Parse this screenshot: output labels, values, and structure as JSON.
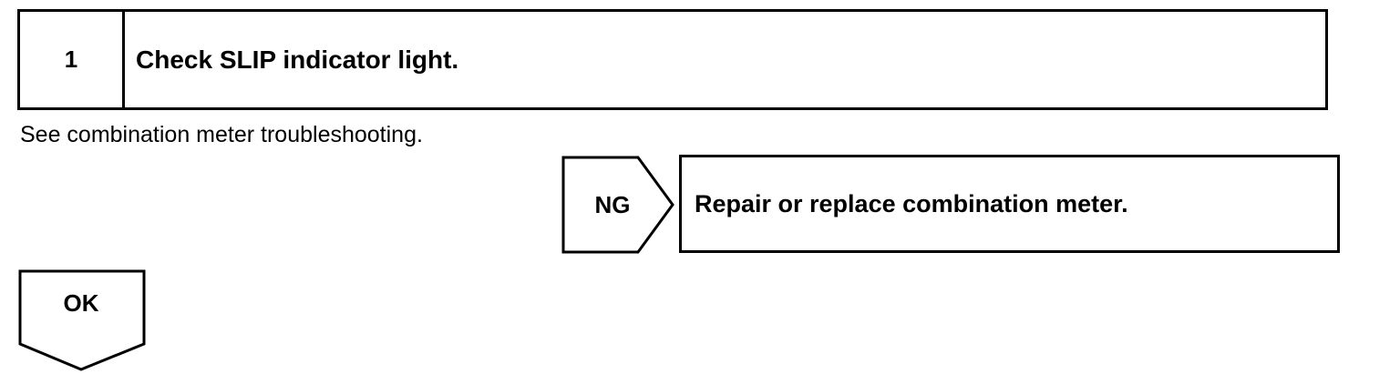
{
  "step": {
    "number": "1",
    "title": "Check SLIP indicator light."
  },
  "note": "See combination meter troubleshooting.",
  "ng_branch": {
    "label": "NG",
    "action": "Repair or replace combination meter."
  },
  "ok_branch": {
    "label": "OK"
  }
}
